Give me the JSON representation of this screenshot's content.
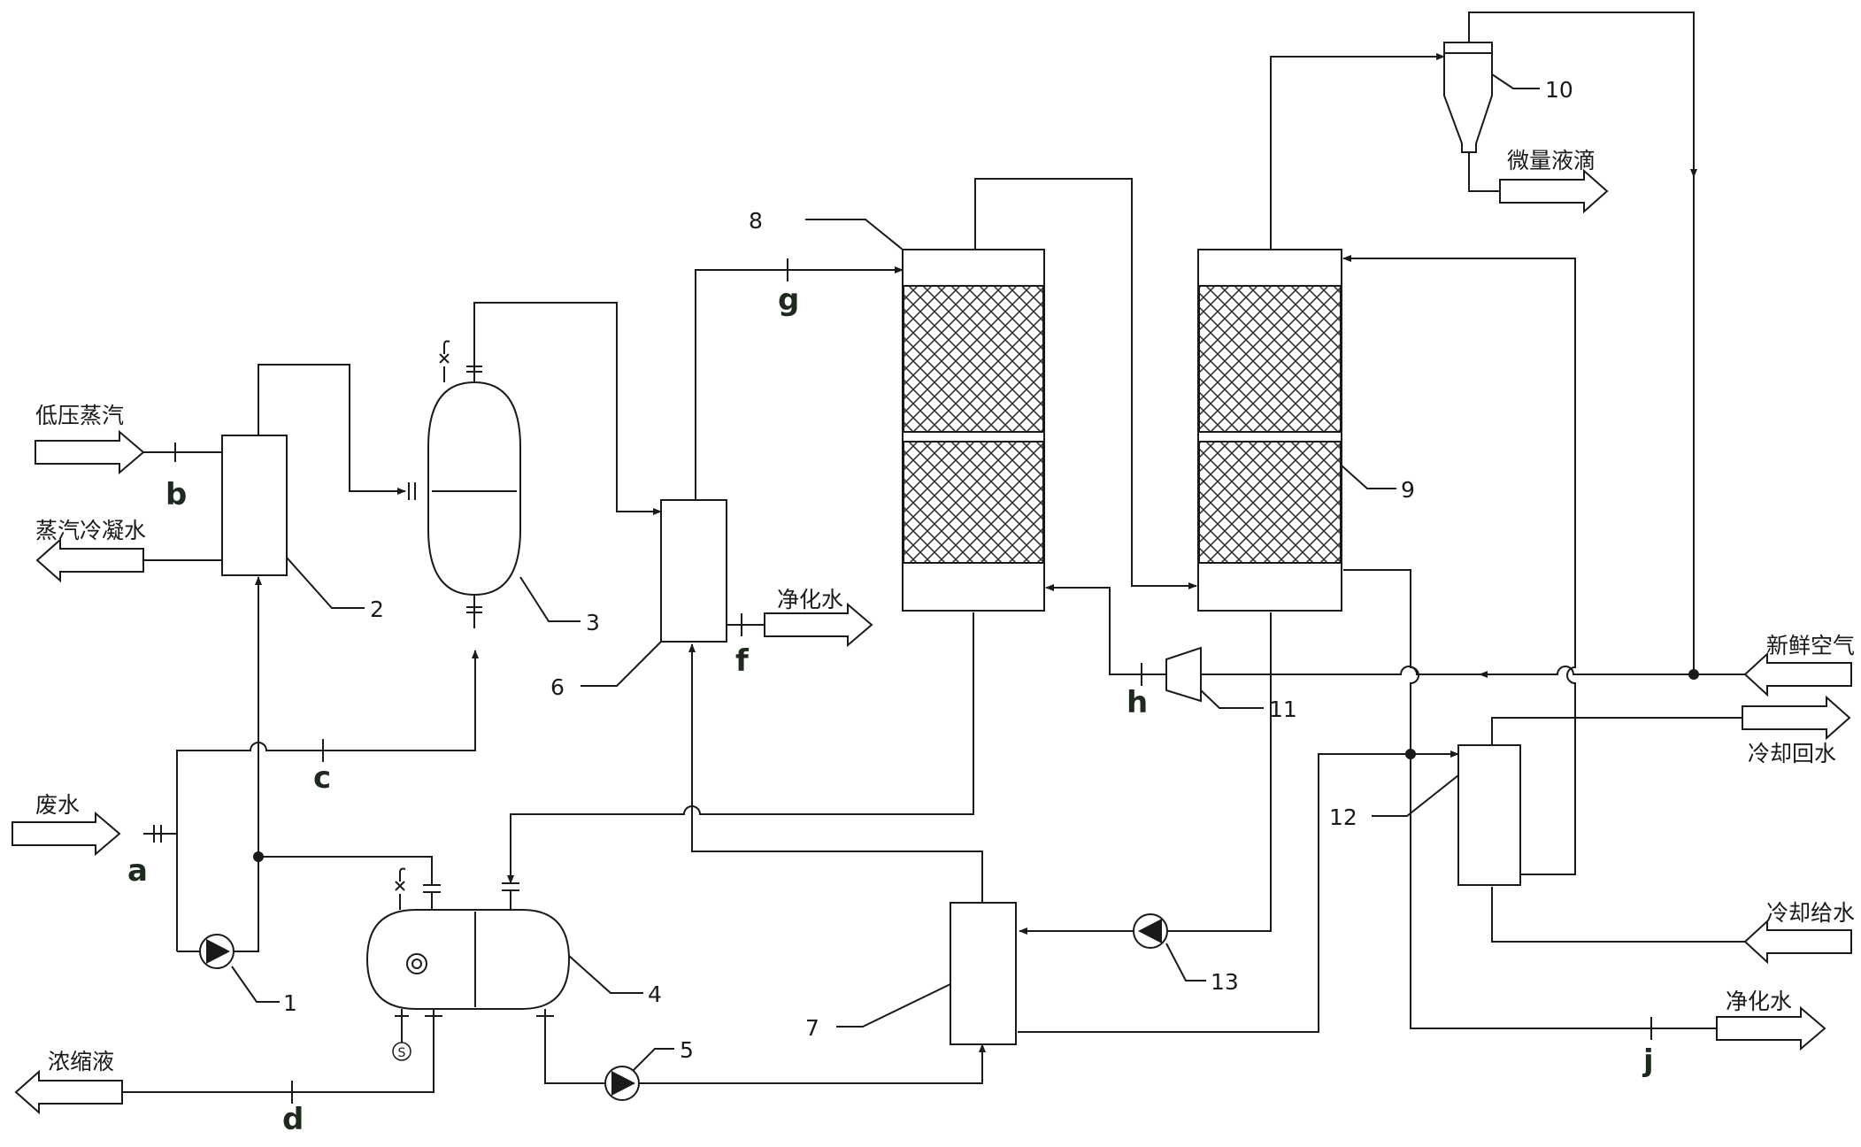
{
  "streams": {
    "low_pressure_steam": "低压蒸汽",
    "steam_condensate": "蒸汽冷凝水",
    "wastewater": "废水",
    "concentrate": "浓缩液",
    "purified_water_1": "净化水",
    "purified_water_2": "净化水",
    "micro_droplets": "微量液滴",
    "fresh_air": "新鲜空气",
    "cooling_return": "冷却回水",
    "cooling_supply": "冷却给水"
  },
  "points": {
    "a": "a",
    "b": "b",
    "c": "c",
    "d": "d",
    "f": "f",
    "g": "g",
    "h": "h",
    "j": "j"
  },
  "equipment": {
    "e1": "1",
    "e2": "2",
    "e3": "3",
    "e4": "4",
    "e5": "5",
    "e6": "6",
    "e7": "7",
    "e8": "8",
    "e9": "9",
    "e10": "10",
    "e11": "11",
    "e12": "12",
    "e13": "13"
  },
  "symbols": {
    "sample_point": "S"
  }
}
